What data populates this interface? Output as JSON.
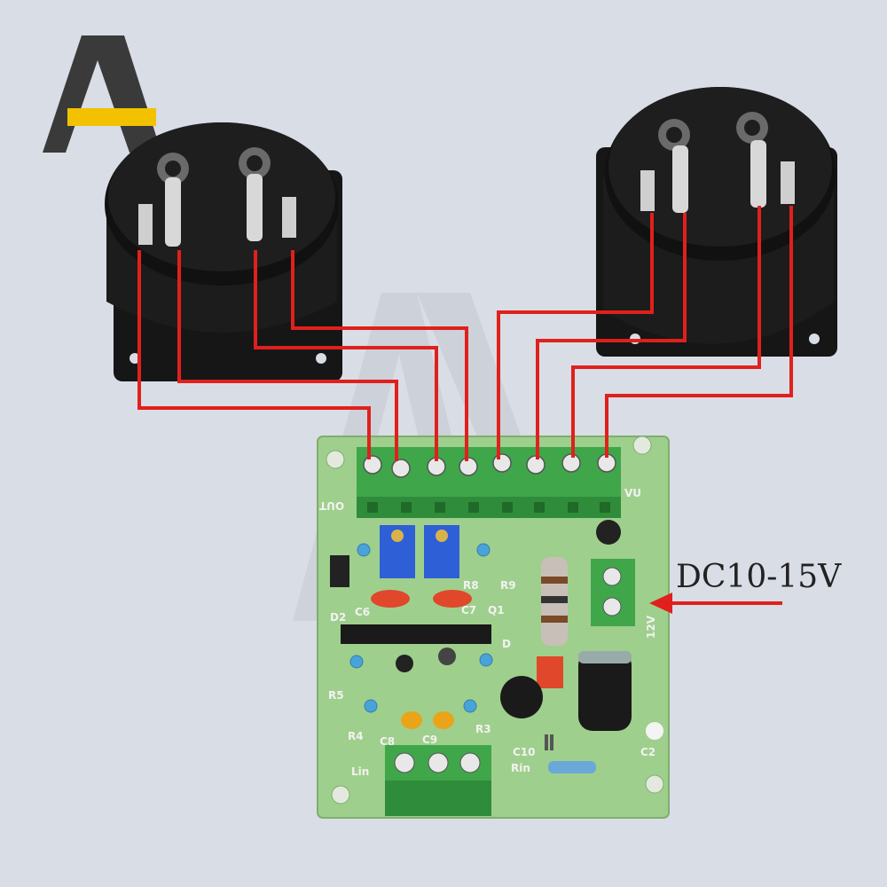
{
  "callout": {
    "voltage_label": "DC10-15V"
  },
  "board": {
    "out_label": "OUT",
    "vu_label": "VU",
    "v12_label": "12V",
    "lin_label": "Lin",
    "rin_label": "Rin",
    "components": {
      "d2": "D2",
      "c6": "C6",
      "c7": "C7",
      "r8": "R8",
      "r9": "R9",
      "q1": "Q1",
      "r5": "R5",
      "r4": "R4",
      "c8": "C8",
      "c9": "C9",
      "r3": "R3",
      "c10": "C10",
      "c2": "C2",
      "d1": "D"
    }
  },
  "colors": {
    "background": "#d9dde6",
    "pcb_green": "#9fcf8c",
    "terminal_green": "#3fa64a",
    "wire_red": "#e0201c",
    "meter_black": "#151515",
    "logo_dark": "#3a3a3a",
    "logo_yellow": "#f2c200"
  }
}
